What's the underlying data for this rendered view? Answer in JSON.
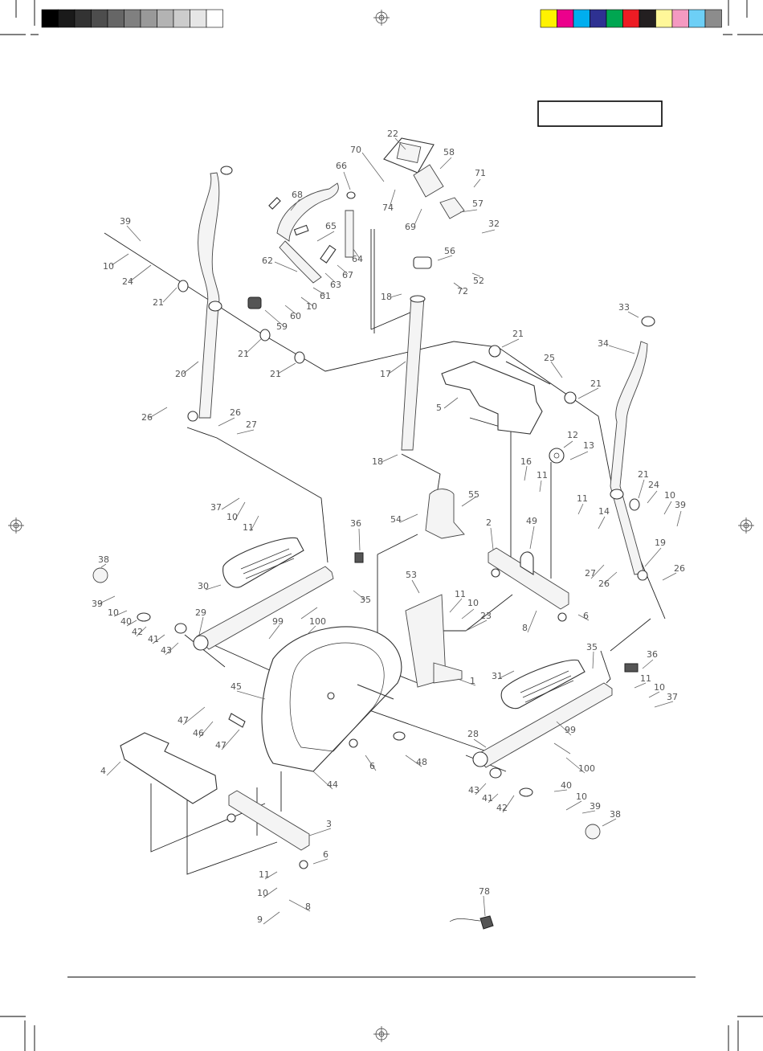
{
  "title_box": {
    "text": ""
  },
  "color_bar_grays": [
    "#000000",
    "#1a1a1a",
    "#333333",
    "#4d4d4d",
    "#666666",
    "#808080",
    "#999999",
    "#b3b3b3",
    "#cccccc",
    "#e6e6e6",
    "#ffffff"
  ],
  "color_bar_colors": [
    "#fff200",
    "#ec008c",
    "#00aeef",
    "#2e3192",
    "#00a651",
    "#ed1c24",
    "#231f20",
    "#fff799",
    "#f49ac1",
    "#6dcff6",
    "#8c8c8c"
  ],
  "part_numbers": {
    "p1": "1",
    "p2": "2",
    "p3": "3",
    "p4": "4",
    "p5": "5",
    "p6": "6",
    "p8": "8",
    "p9": "9",
    "p10": "10",
    "p11": "11",
    "p12": "12",
    "p13": "13",
    "p14": "14",
    "p16": "16",
    "p17": "17",
    "p18": "18",
    "p19": "19",
    "p20": "20",
    "p21": "21",
    "p22": "22",
    "p23": "23",
    "p24": "24",
    "p25": "25",
    "p26": "26",
    "p27": "27",
    "p28": "28",
    "p29": "29",
    "p30": "30",
    "p31": "31",
    "p32": "32",
    "p33": "33",
    "p34": "34",
    "p35": "35",
    "p36": "36",
    "p37": "37",
    "p38": "38",
    "p39": "39",
    "p40": "40",
    "p41": "41",
    "p42": "42",
    "p43": "43",
    "p44": "44",
    "p45": "45",
    "p46": "46",
    "p47": "47",
    "p48": "48",
    "p49": "49",
    "p52": "52",
    "p53": "53",
    "p54": "54",
    "p55": "55",
    "p56": "56",
    "p57": "57",
    "p58": "58",
    "p59": "59",
    "p60": "60",
    "p61": "61",
    "p62": "62",
    "p63": "63",
    "p64": "64",
    "p65": "65",
    "p66": "66",
    "p67": "67",
    "p68": "68",
    "p69": "69",
    "p70": "70",
    "p71": "71",
    "p72": "72",
    "p74": "74",
    "p78": "78",
    "p99": "99",
    "p100": "100"
  }
}
